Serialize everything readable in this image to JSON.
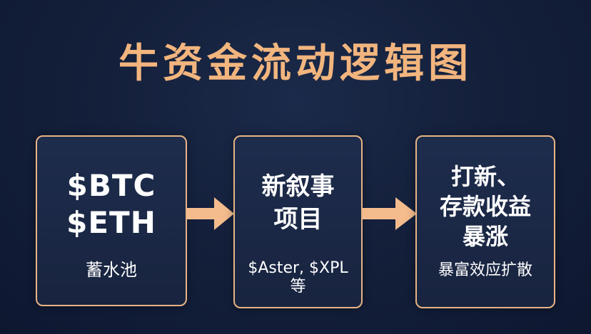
{
  "title": "牛资金流动逻辑图",
  "boxes": [
    {
      "lines": [
        "$BTC",
        "$ETH"
      ],
      "caption": [
        "蓄水池"
      ]
    },
    {
      "lines": [
        "新叙事",
        "项目"
      ],
      "caption": [
        "$Aster, $XPL",
        "等"
      ]
    },
    {
      "lines": [
        "打新、",
        "存款收益",
        "暴涨"
      ],
      "caption": [
        "暴富效应扩散"
      ]
    }
  ],
  "colors": {
    "accent": "#f2b57e",
    "border": "#e8b485",
    "arrow": "#f4bc8d",
    "background": "#14203b"
  },
  "icons": [
    "arrow-right-icon",
    "arrow-right-icon"
  ]
}
